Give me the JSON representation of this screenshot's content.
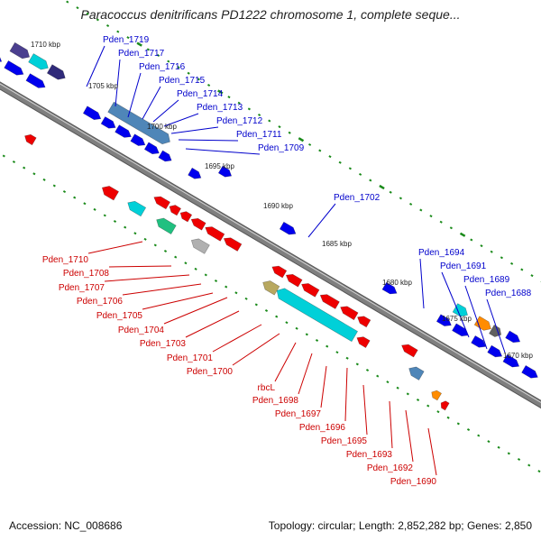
{
  "title": "Paracoccus denitrificans PD1222 chromosome 1, complete seque...",
  "footer": {
    "accession": "Accession: NC_008686",
    "summary": "Topology: circular; Length: 2,852,282 bp; Genes: 2,850"
  },
  "colors": {
    "forward_label": "#0000cc",
    "reverse_label": "#cc0000",
    "backbone": "#7f7f7f",
    "tick": "#1a8a1a",
    "gene_blue": "#0000ee",
    "gene_red": "#ee0000",
    "gene_cyan": "#00d0d8",
    "gene_steelblue": "#4f86b8",
    "gene_purple": "#4b3f8f",
    "gene_darkpurple": "#302a7a",
    "gene_green": "#20c080",
    "gene_gray": "#b0b0b0",
    "gene_khaki": "#b8a860",
    "gene_orange": "#ff8c00",
    "gene_darkgray": "#606060"
  },
  "kbp_markers": [
    "1710 kbp",
    "1705 kbp",
    "1700 kbp",
    "1695 kbp",
    "1690 kbp",
    "1685 kbp",
    "1680 kbp",
    "1675 kbp",
    "1670 kbp"
  ],
  "forward_genes": [
    "Pden_1719",
    "Pden_1717",
    "Pden_1716",
    "Pden_1715",
    "Pden_1714",
    "Pden_1713",
    "Pden_1712",
    "Pden_1711",
    "Pden_1709",
    "Pden_1702",
    "Pden_1694",
    "Pden_1691",
    "Pden_1689",
    "Pden_1688"
  ],
  "reverse_genes": [
    "Pden_1710",
    "Pden_1708",
    "Pden_1707",
    "Pden_1706",
    "Pden_1705",
    "Pden_1704",
    "Pden_1703",
    "Pden_1701",
    "Pden_1700",
    "rbcL",
    "Pden_1698",
    "Pden_1697",
    "Pden_1696",
    "Pden_1695",
    "Pden_1693",
    "Pden_1692",
    "Pden_1690"
  ]
}
